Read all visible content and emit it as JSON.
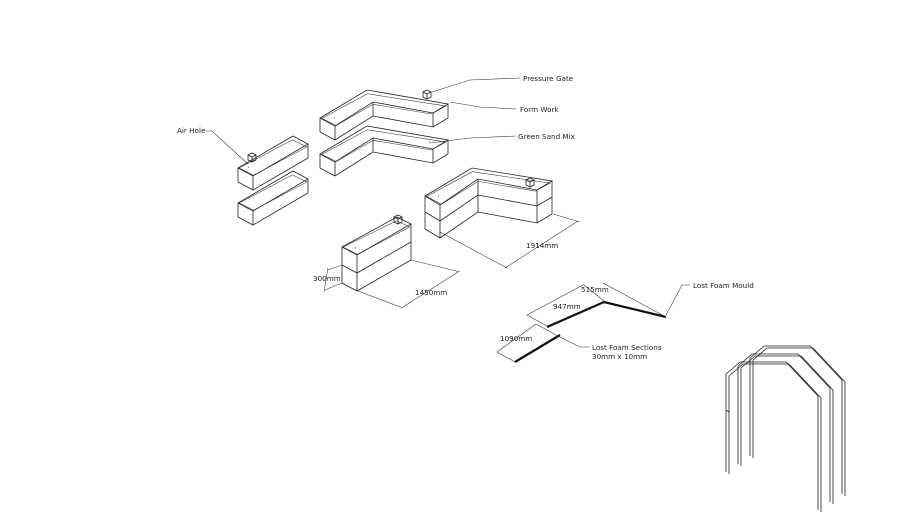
{
  "labels": {
    "pressure_gate": "Pressure Gate",
    "form_work": "Form Work",
    "green_sand_mix": "Green Sand Mix",
    "air_hole": "Air Hole",
    "lost_foam_mould": "Lost Foam Mould",
    "lost_foam_sections": "Lost Foam Sections",
    "lost_foam_sections_size": "30mm x 10mm"
  },
  "dimensions": {
    "l_length": "1914mm",
    "box_length": "1450mm",
    "box_height": "300mm",
    "mould_a": "515mm",
    "mould_b": "947mm",
    "section_length": "1090mm"
  }
}
